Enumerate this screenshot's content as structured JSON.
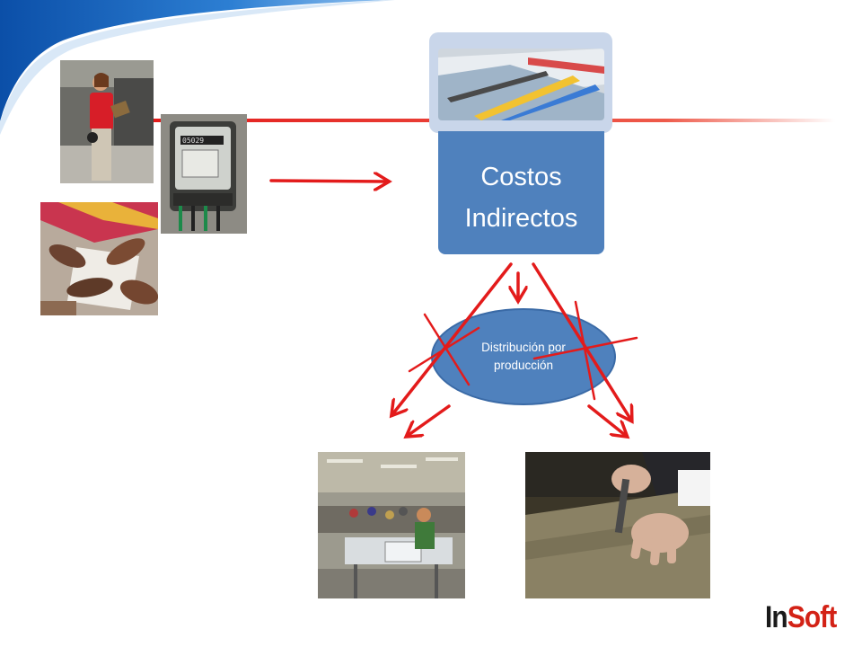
{
  "diagram": {
    "center_box": {
      "line1": "Costos",
      "line2": "Indirectos"
    },
    "distribution_node": {
      "line1": "Distribución por",
      "line2": "producción"
    }
  },
  "brand": {
    "logo_part1": "In",
    "logo_part2": "Soft"
  },
  "colors": {
    "box_blue": "#4f81bd",
    "arrow_red": "#e31b1b",
    "header_blue": "#1f6fc7",
    "logo_red": "#d32216"
  },
  "icons": [
    "electric-meter-photo",
    "inspection-worker-photo",
    "hands-fabric-photo",
    "pencils-documents-photo",
    "sewing-workshop-photo",
    "cutting-fabric-photo"
  ]
}
